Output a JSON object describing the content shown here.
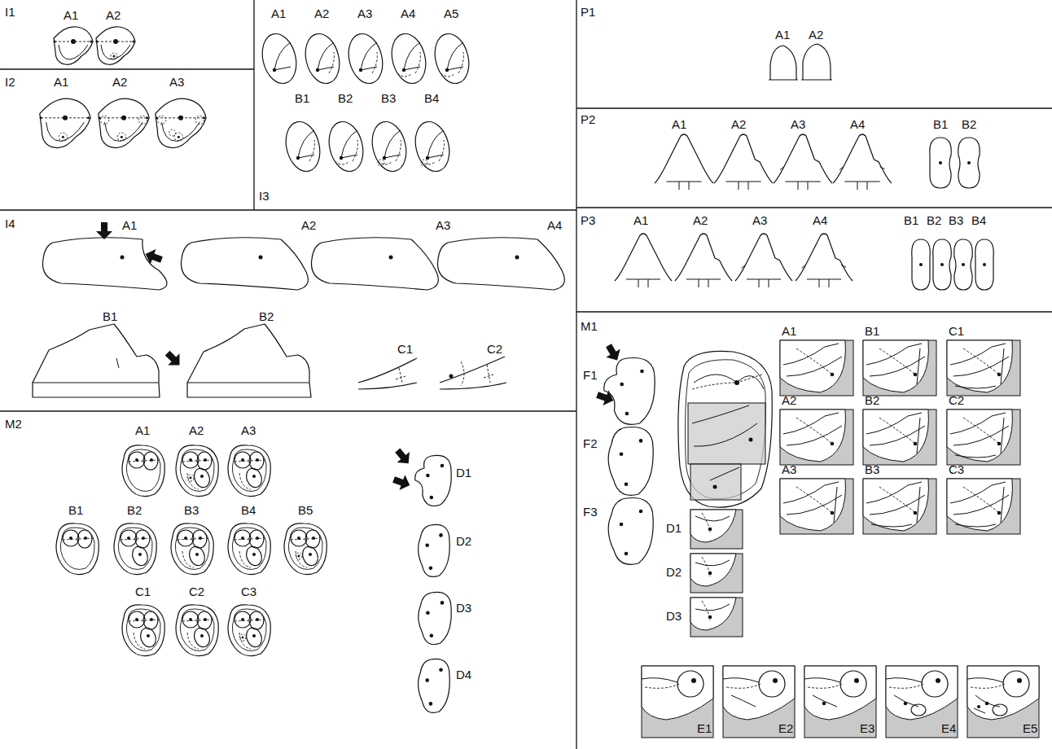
{
  "diagram": {
    "labels": [
      "I1",
      "A1",
      "A2",
      "A1",
      "A2",
      "A3",
      "A4",
      "A5",
      "P1",
      "A1",
      "A2",
      "I2",
      "A1",
      "A2",
      "A3",
      "B1",
      "B2",
      "B3",
      "B4",
      "I3",
      "P2",
      "A1",
      "A2",
      "A3",
      "A4",
      "B1",
      "B2",
      "I4",
      "A1",
      "A2",
      "A3",
      "A4",
      "B1",
      "B2",
      "C1",
      "C2",
      "P3",
      "A1",
      "A2",
      "A3",
      "A4",
      "B1",
      "B2",
      "B3",
      "B4",
      "M2",
      "A1",
      "A2",
      "A3",
      "B1",
      "B2",
      "B3",
      "B4",
      "B5",
      "C1",
      "C2",
      "C3",
      "D1",
      "D2",
      "D3",
      "D4",
      "M1",
      "F1",
      "F2",
      "F3",
      "A1",
      "B1",
      "C1",
      "A2",
      "B2",
      "C2",
      "A3",
      "B3",
      "C3",
      "D1",
      "D2",
      "D3",
      "E1",
      "E2",
      "E3",
      "E4",
      "E5"
    ]
  }
}
